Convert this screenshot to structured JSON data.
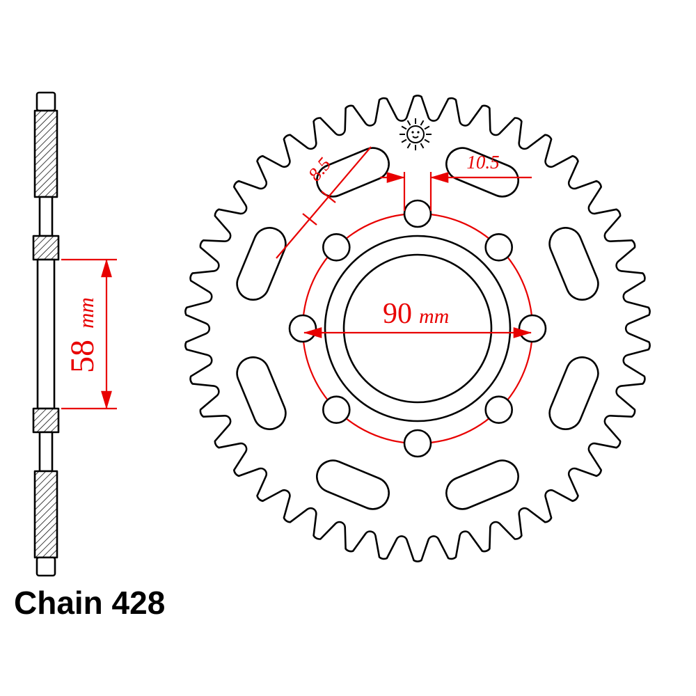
{
  "drawing": {
    "caption": "Chain 428",
    "dimensions": {
      "hub_width": {
        "value": "58",
        "unit": "mm"
      },
      "bolt_circle": {
        "value": "90",
        "unit": "mm"
      },
      "slot_width": {
        "value": "8.5"
      },
      "bolt_hole_diameter": {
        "value": "10.5"
      }
    },
    "counts": {
      "teeth": 42,
      "bolt_holes": 8,
      "lightening_slots": 8,
      "sun_rays": 12
    },
    "colors": {
      "line": "#000000",
      "dimension": "#e80000",
      "background": "#ffffff"
    }
  }
}
